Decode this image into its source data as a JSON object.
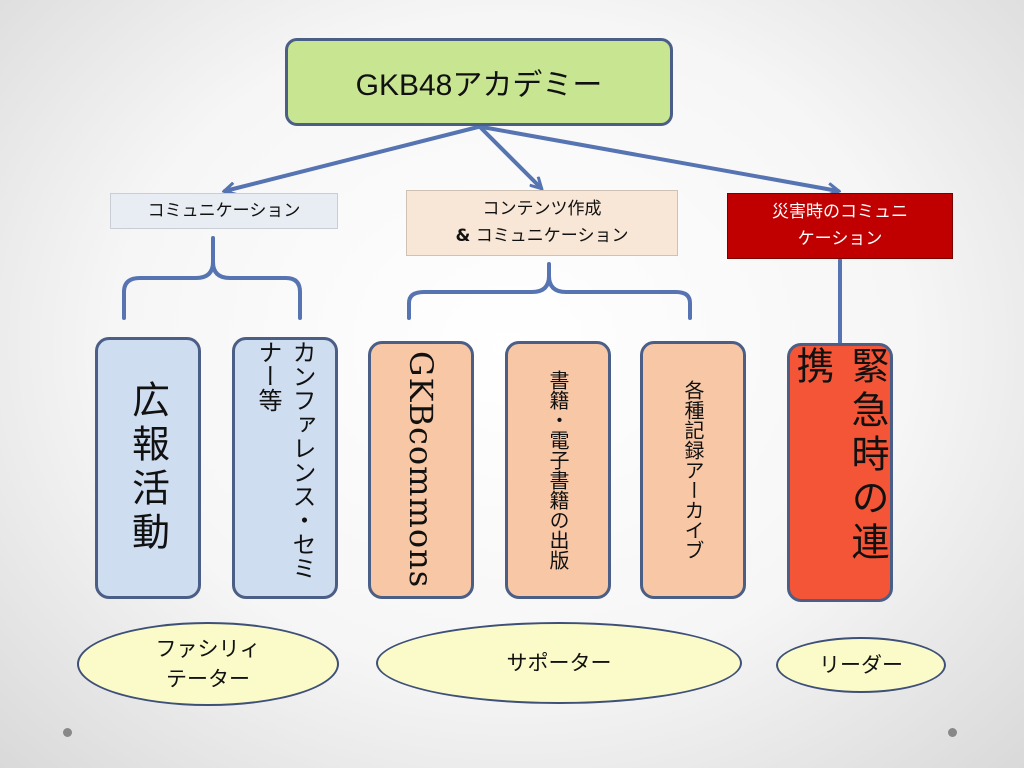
{
  "root": {
    "label": "GKB48アカデミー"
  },
  "categories": {
    "communication": {
      "label": "コミュニケーション"
    },
    "contents": {
      "line1": "コンテンツ作成",
      "amp": "&",
      "line2": "コミュニケーション"
    },
    "disaster": {
      "line1": "災害時のコミュニ",
      "line2": "ケーション"
    }
  },
  "activities": [
    {
      "label": "広報活動"
    },
    {
      "label": "カンファレンス・セミナー等"
    },
    {
      "label": "GKBcommons"
    },
    {
      "line1": "書籍・",
      "line2": "電子書籍の出版"
    },
    {
      "label": "各種記録アーカイブ"
    },
    {
      "label": "緊急時の連携"
    }
  ],
  "roles": {
    "facilitator": {
      "line1": "ファシリィ",
      "line2": "テーター"
    },
    "supporter": {
      "label": "サポーター"
    },
    "leader": {
      "label": "リーダー"
    }
  },
  "colors": {
    "root_fill": "#c8e592",
    "blue_fill": "#cfddf0",
    "orange_fill": "#f8c8a6",
    "red_fill": "#f55537",
    "disaster_label_fill": "#c00000",
    "role_fill": "#fafbc8",
    "connector": "#5673b2"
  }
}
